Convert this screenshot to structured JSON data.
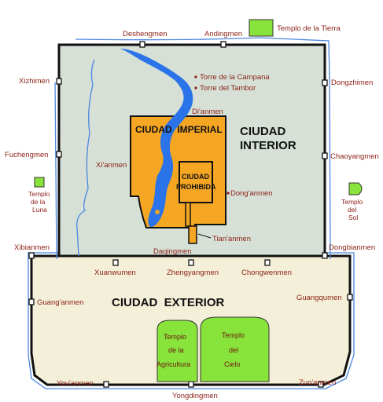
{
  "colors": {
    "inner_city": "#d6e0d6",
    "outer_city": "#f4efd8",
    "imperial_city": "#f5a623",
    "forbidden_city": "#f5a623",
    "temple": "#88e33a",
    "water": "#2a73e8",
    "wall": "#111111",
    "label": "#8b1f15"
  },
  "districts": {
    "inner_city": "CIUDAD\nINTERIOR",
    "inner_city_line1": "CIUDAD",
    "inner_city_line2": "INTERIOR",
    "outer_city": "CIUDAD  EXTERIOR",
    "imperial_city": "CIUDAD  IMPERIAL",
    "forbidden_city_line1": "CIUDAD",
    "forbidden_city_line2": "PROHIBIDA"
  },
  "landmarks": {
    "bell_tower": "Torre de la Campana",
    "drum_tower": "Torre del Tambor"
  },
  "gates": {
    "deshengmen": "Deshengmen",
    "andingmen": "Andingmen",
    "xizhimen": "Xizhimen",
    "dongzhimen": "Dongzhimen",
    "fuchengmen": "Fuchengmen",
    "chaoyangmen": "Chaoyangmen",
    "dianmen": "Di'anmen",
    "xianmen": "Xi'anmen",
    "donganmen": "Dong'anmen",
    "tiananmen": "Tian'anmen",
    "daqingmen": "Daqingmen",
    "xibianmen": "Xibianmen",
    "dongbianmen": "Dongbianmen",
    "xuanwumen": "Xuanwumen",
    "zhengyangmen": "Zhengyangmen",
    "chongwenmen": "Chongwenmen",
    "guanganmen": "Guang'anmen",
    "guangqumen": "Guangqumen",
    "youanmen": "You'anmen",
    "zuoanmen": "Zuo'anmen",
    "yongdingmen": "Yongdingmen"
  },
  "temples": {
    "earth": "Templo de la Tierra",
    "moon_1": "Templo",
    "moon_2": "de la",
    "moon_3": "Luna",
    "sun_1": "Templo",
    "sun_2": "del",
    "sun_3": "Sol",
    "agriculture_1": "Templo",
    "agriculture_2": "de la",
    "agriculture_3": "Agricultura",
    "heaven_1": "Templo",
    "heaven_2": "del",
    "heaven_3": "Cielo"
  }
}
